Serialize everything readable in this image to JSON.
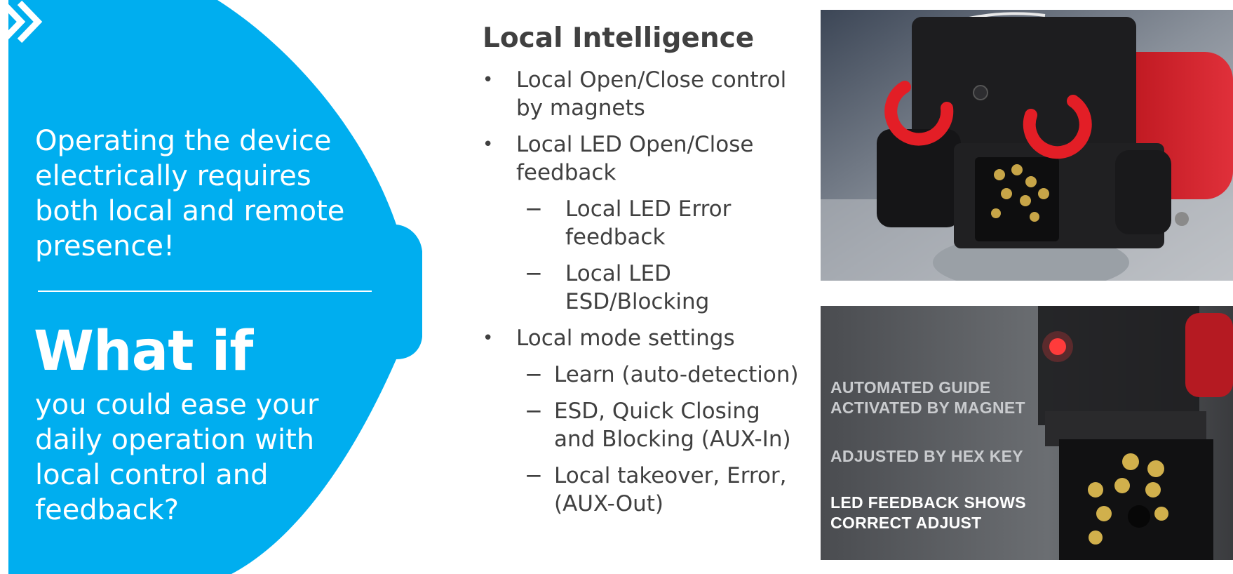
{
  "left_panel": {
    "intro": "Operating the device electrically requires both local and remote presence!",
    "headline": "What if",
    "question": "you could ease your daily operation with local control and feedback?",
    "colors": {
      "panel": "#00aeef",
      "text": "#ffffff"
    },
    "icon": "double-chevron-right-icon"
  },
  "main": {
    "title": "Local Intelligence",
    "bullets": {
      "b1": "Local Open/Close control by magnets",
      "b2": "Local LED Open/Close feedback",
      "b2_sub1": "Local LED Error feedback",
      "b2_sub2": "Local LED ESD/Blocking",
      "b3": "Local mode settings",
      "b3_sub1": "Learn (auto-detection)",
      "b3_sub2": "ESD, Quick Closing and Blocking (AUX-In)",
      "b3_sub3": "Local takeover, Error, (AUX-Out)"
    },
    "dash": "−"
  },
  "images": {
    "bottom_overlay": {
      "line1a": "AUTOMATED GUIDE",
      "line1b": "ACTIVATED BY MAGNET",
      "line2": "ADJUSTED BY HEX KEY",
      "line3a": "LED FEEDBACK SHOWS",
      "line3b": "CORRECT ADJUST"
    }
  }
}
